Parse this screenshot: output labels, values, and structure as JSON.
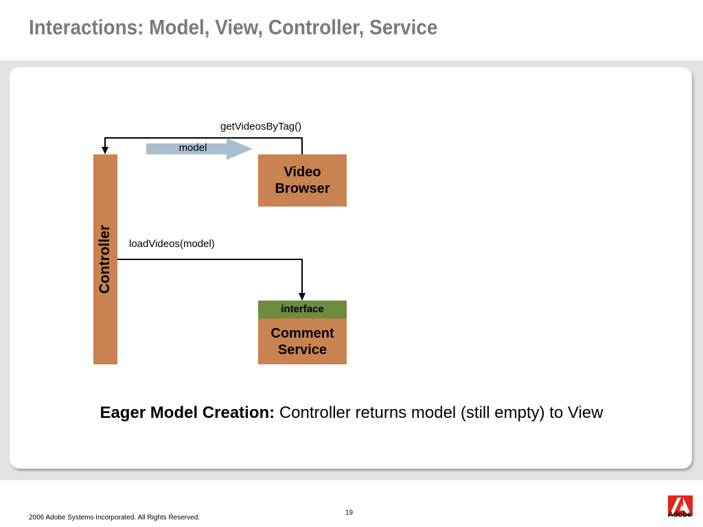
{
  "slide": {
    "title": "Interactions: Model, View, Controller, Service",
    "page_number": "19",
    "footer": "2006 Adobe Systems Incorporated.  All Rights Reserved.",
    "logo_text": "Adobe"
  },
  "diagram": {
    "controller_label": "Controller",
    "video_browser_label": "Video\nBrowser",
    "comment_service_label": "Comment\nService",
    "interface_label": "interface",
    "get_videos_call": "getVideosByTag()",
    "model_arrow_label": "model",
    "load_videos_call": "loadVideos(model)"
  },
  "caption": {
    "bold": "Eager Model Creation:",
    "text": " Controller returns model (still empty) to View"
  },
  "colors": {
    "box_fill": "#c98350",
    "interface_fill": "#6c8c3e",
    "model_arrow_fill": "#a9bfd0",
    "title_color": "#7a7a7a"
  }
}
